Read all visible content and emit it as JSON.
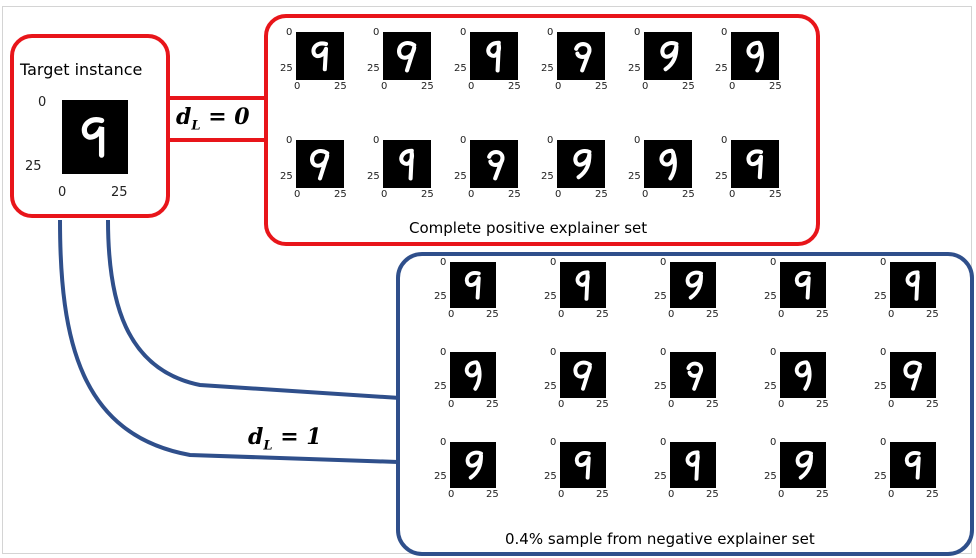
{
  "target": {
    "label": "Target instance",
    "ticks": {
      "y_top": "0",
      "y_bottom": "25",
      "x_left": "0",
      "x_right": "25"
    }
  },
  "positive": {
    "caption": "Complete positive explainer set",
    "edge_label": {
      "main": "d",
      "sub": "L",
      "rest": " = 0"
    },
    "ticks": {
      "y_top": "0",
      "y_bottom": "25",
      "x_left": "0",
      "x_right": "25"
    },
    "count": 12
  },
  "negative": {
    "caption": "0.4% sample from negative explainer set",
    "edge_label": {
      "main": "d",
      "sub": "L",
      "rest": " = 1"
    },
    "ticks": {
      "y_top": "0",
      "y_bottom": "25",
      "x_left": "0",
      "x_right": "25"
    },
    "count": 15
  },
  "colors": {
    "positive_border": "#e8151a",
    "negative_border": "#2f4f8b",
    "digit_background": "#000000",
    "digit_stroke": "#ffffff"
  },
  "icons": {
    "digit_image": "handwritten-digit-nine-image"
  }
}
